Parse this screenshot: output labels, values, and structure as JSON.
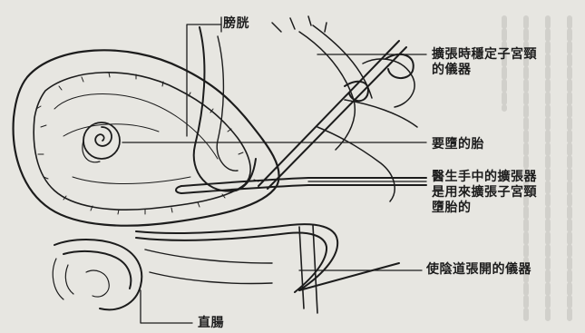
{
  "diagram": {
    "background_color": "#e7e6e1",
    "ink_color": "#1c1c1c",
    "labels": {
      "bladder": "膀胱",
      "cervix_stabilizer": [
        "擴張時穩定子宮頸",
        "的儀器"
      ],
      "fetus": "要墮的胎",
      "doctor_dilator": [
        "醫生手中的擴張器",
        "是用來擴張子宮頸",
        "墮胎的"
      ],
      "vaginal_speculum": "使陰道張開的儀器",
      "rectum": "直腸"
    }
  }
}
